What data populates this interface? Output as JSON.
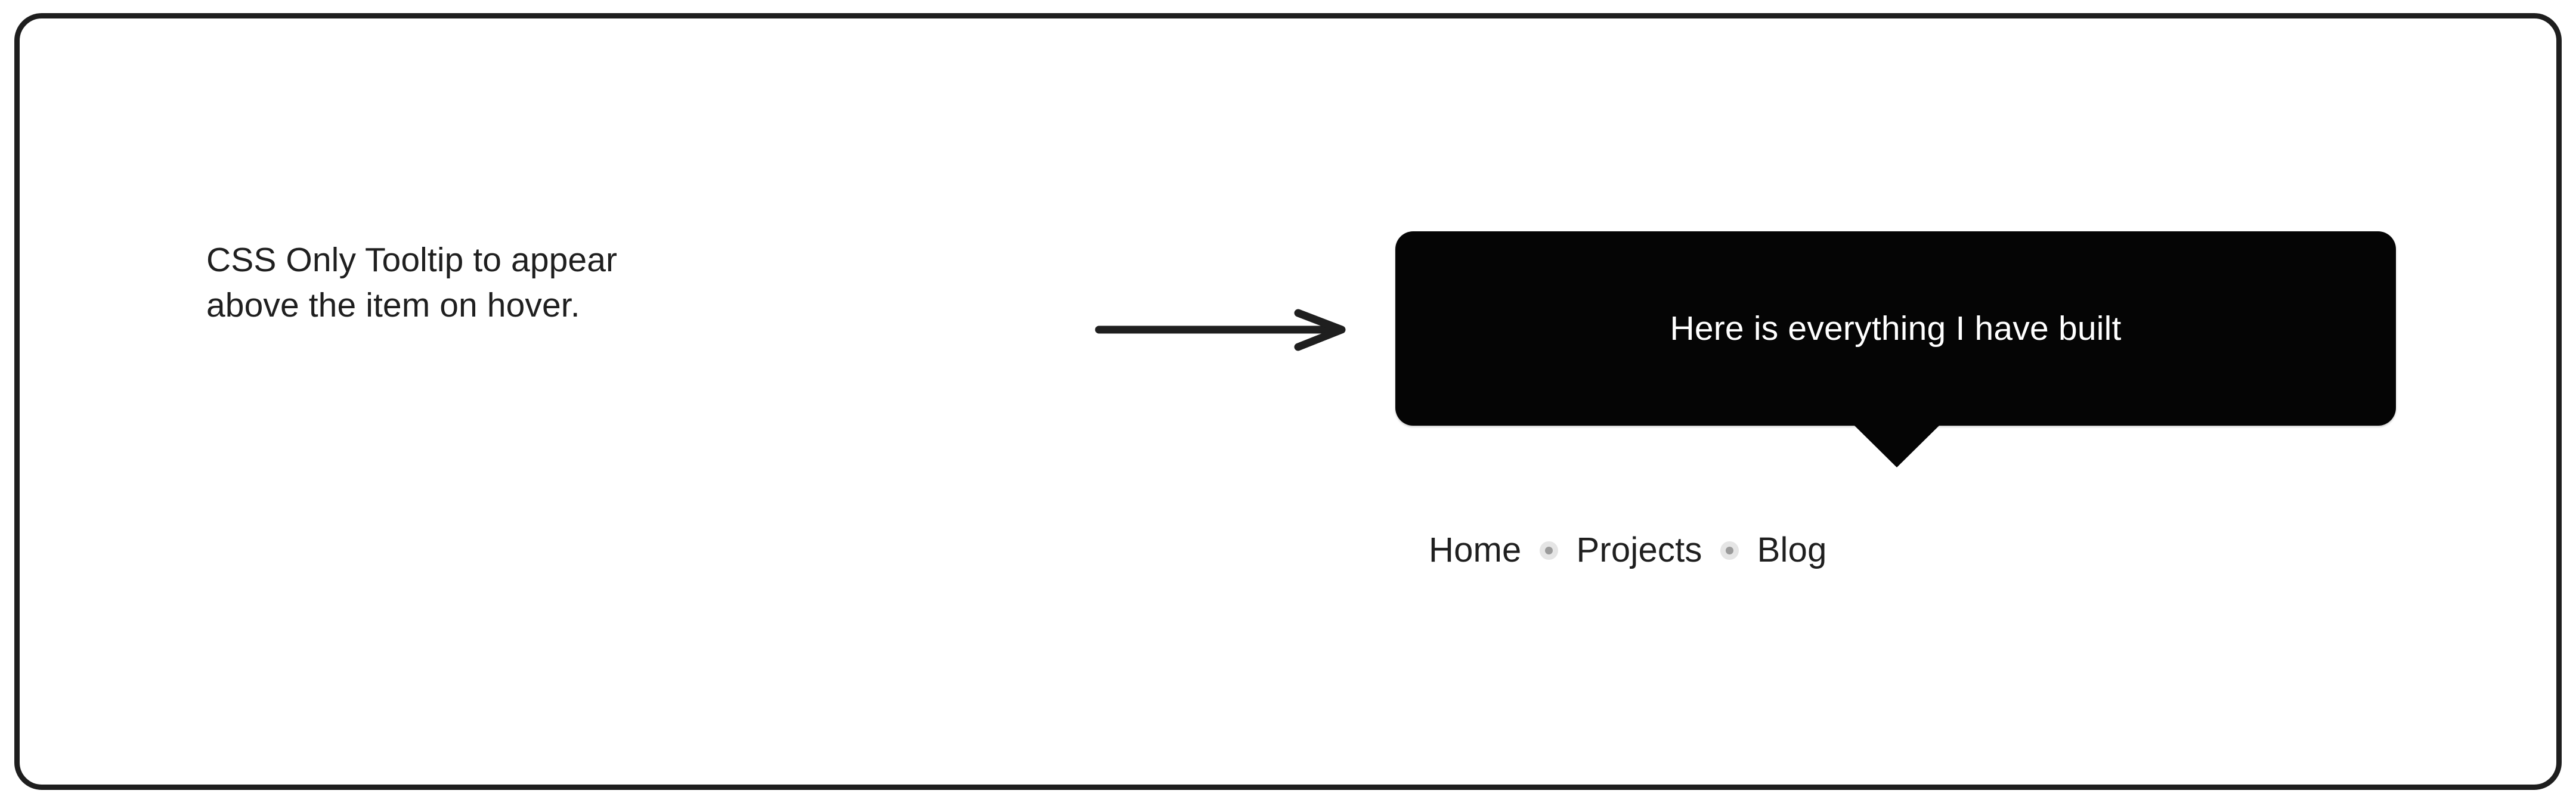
{
  "frame": {
    "border_color": "#1e1e1e",
    "background": "#ffffff"
  },
  "annotation": {
    "caption": "CSS Only Tooltip to appear\nabove the item on hover.",
    "caption_line_1": "CSS Only Tooltip to appear",
    "caption_line_2": "above the item on hover.",
    "arrow_icon": "arrow-right-icon",
    "arrow_color": "#1f1f1f"
  },
  "widget": {
    "tooltip": {
      "text": "Here is everything I have built",
      "background": "#050505",
      "text_color": "#ffffff",
      "caret_direction": "down"
    },
    "nav": {
      "items": [
        {
          "label": "Home"
        },
        {
          "label": "Projects"
        },
        {
          "label": "Blog"
        }
      ],
      "separator_icon": "dot-separator-icon",
      "separator_color": "#9b9b9b",
      "link_color": "#1f1f1f"
    }
  }
}
